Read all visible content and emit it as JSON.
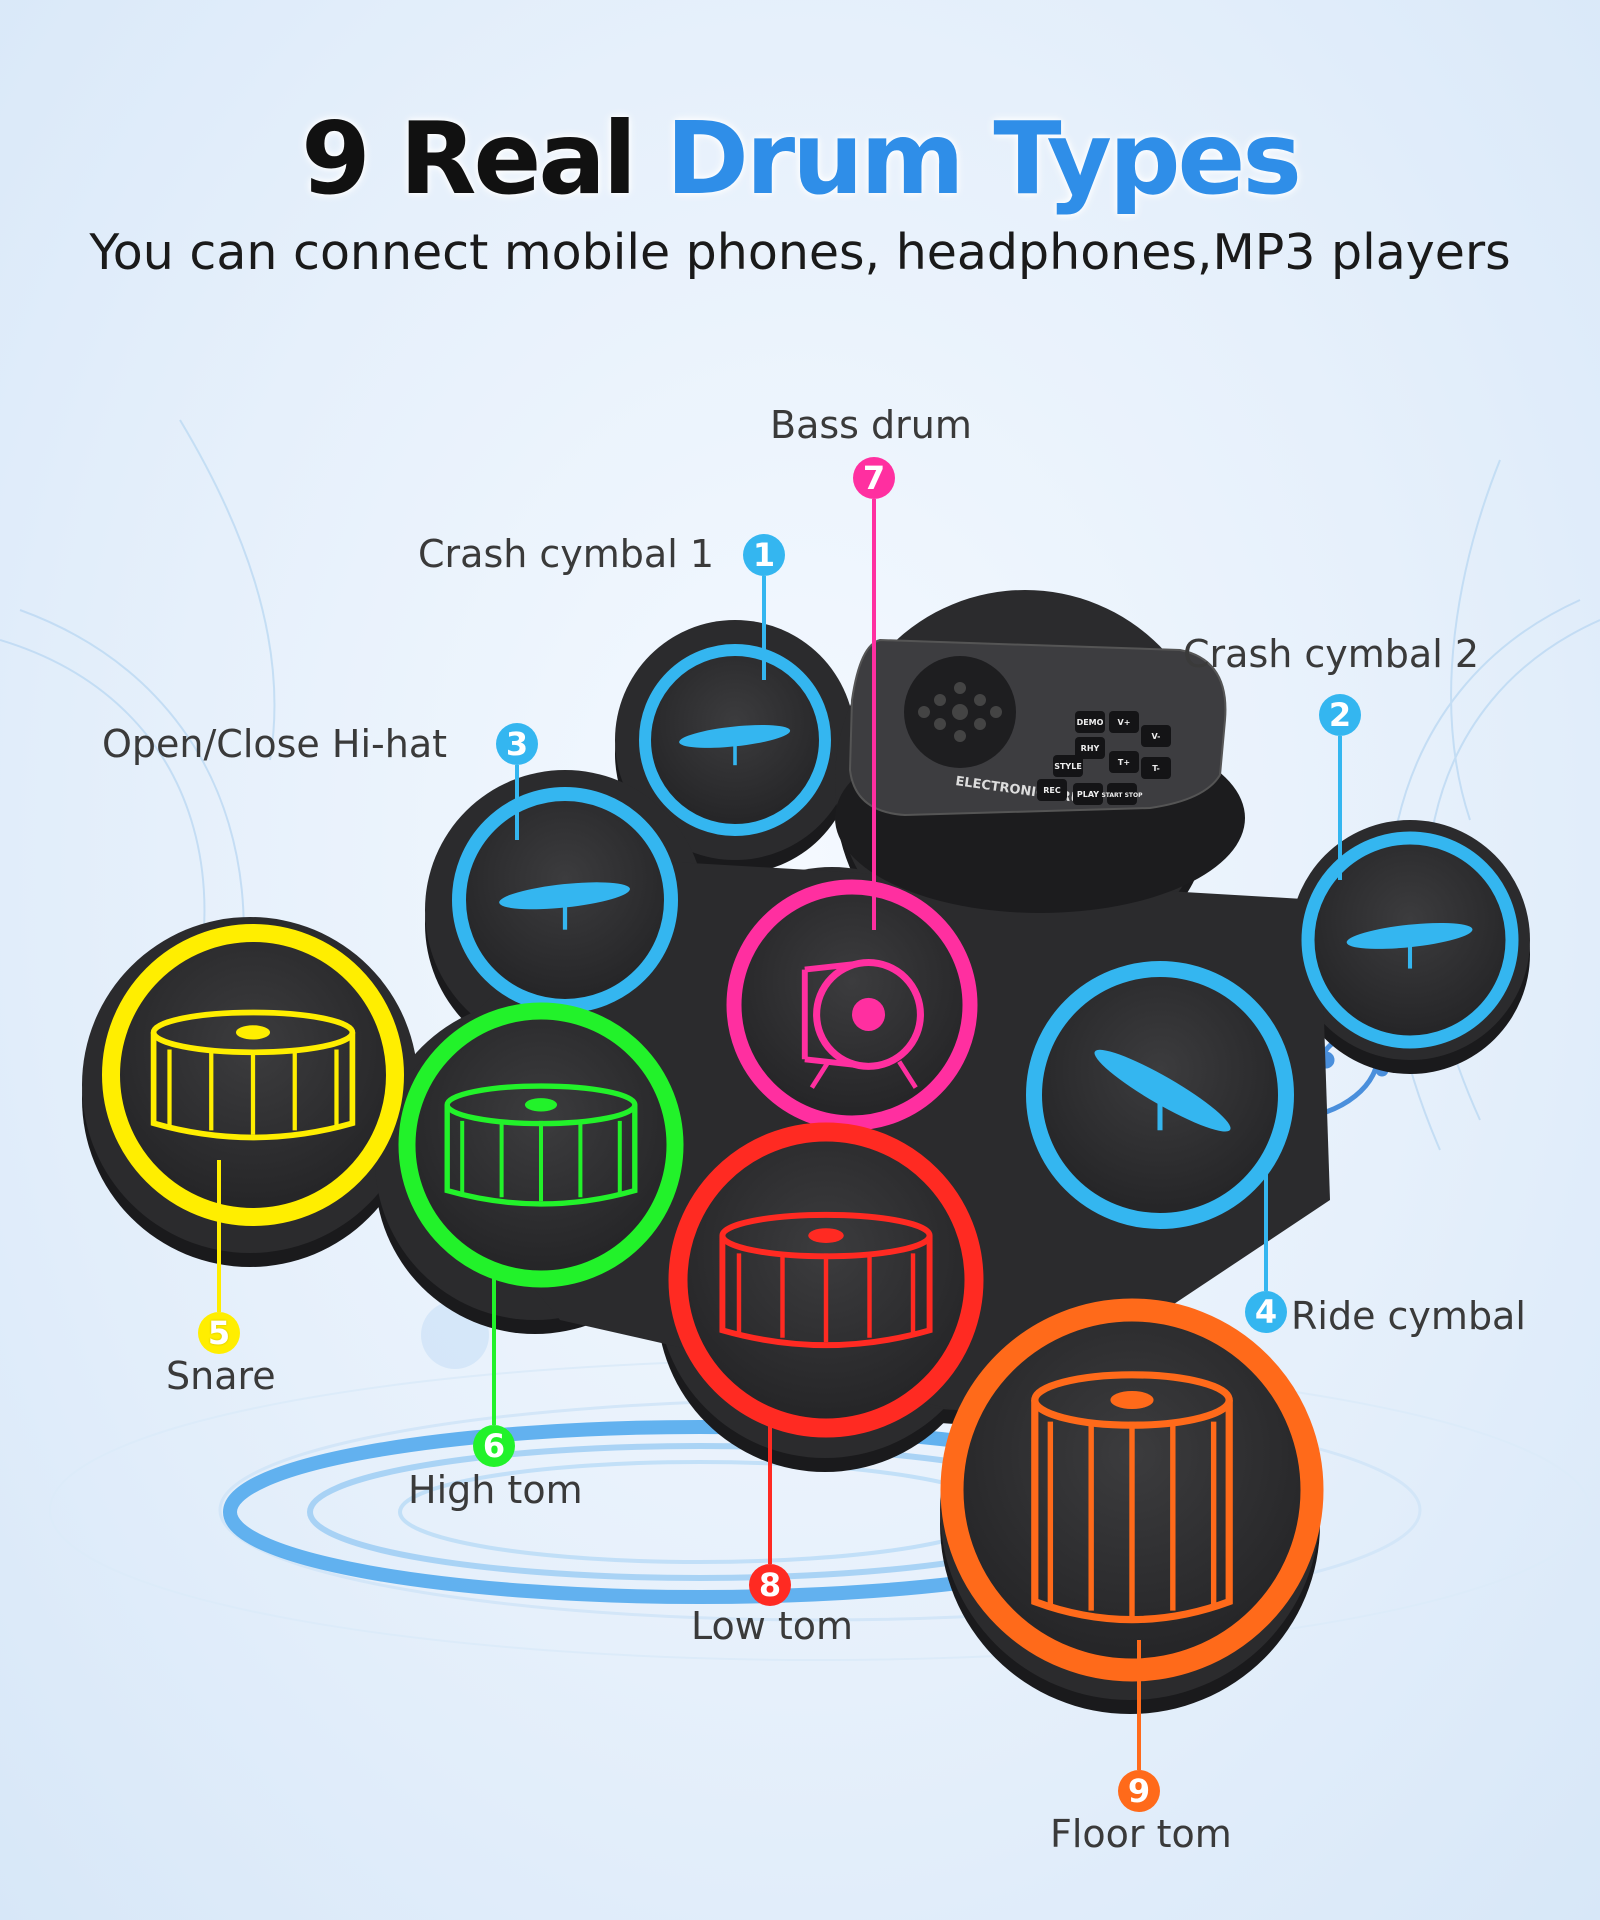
{
  "headline": {
    "part1": "9 Real",
    "part2": "Drum Types"
  },
  "subhead": "You can connect mobile phones, headphones,MP3 players",
  "colors": {
    "accent": "#2f8ee8",
    "cymbal_blue": "#34b6f0",
    "pink": "#ff2fa0",
    "yellow": "#ffee00",
    "green": "#22f22a",
    "red": "#ff2a22",
    "orange": "#ff6a1a"
  },
  "console": {
    "brand": "ELECTRONIC DRUM",
    "buttons": [
      "DEMO",
      "V+",
      "V-",
      "RHY",
      "T+",
      "T-",
      "STYLE",
      "REC",
      "PLAY",
      "START STOP"
    ]
  },
  "pads": [
    {
      "num": "1",
      "name": "Crash cymbal 1",
      "icon": "cymbal-icon",
      "color": "#34b6f0"
    },
    {
      "num": "2",
      "name": "Crash cymbal 2",
      "icon": "cymbal-icon",
      "color": "#34b6f0"
    },
    {
      "num": "3",
      "name": "Open/Close Hi-hat",
      "icon": "hi-hat-icon",
      "color": "#34b6f0"
    },
    {
      "num": "4",
      "name": "Ride cymbal",
      "icon": "cymbal-icon",
      "color": "#34b6f0"
    },
    {
      "num": "5",
      "name": "Snare",
      "icon": "snare-drum-icon",
      "color": "#ffee00"
    },
    {
      "num": "6",
      "name": "High tom",
      "icon": "tom-drum-icon",
      "color": "#22f22a"
    },
    {
      "num": "7",
      "name": "Bass drum",
      "icon": "bass-drum-icon",
      "color": "#ff2fa0"
    },
    {
      "num": "8",
      "name": "Low tom",
      "icon": "tom-drum-icon",
      "color": "#ff2a22"
    },
    {
      "num": "9",
      "name": "Floor tom",
      "icon": "floor-tom-icon",
      "color": "#ff6a1a"
    }
  ]
}
